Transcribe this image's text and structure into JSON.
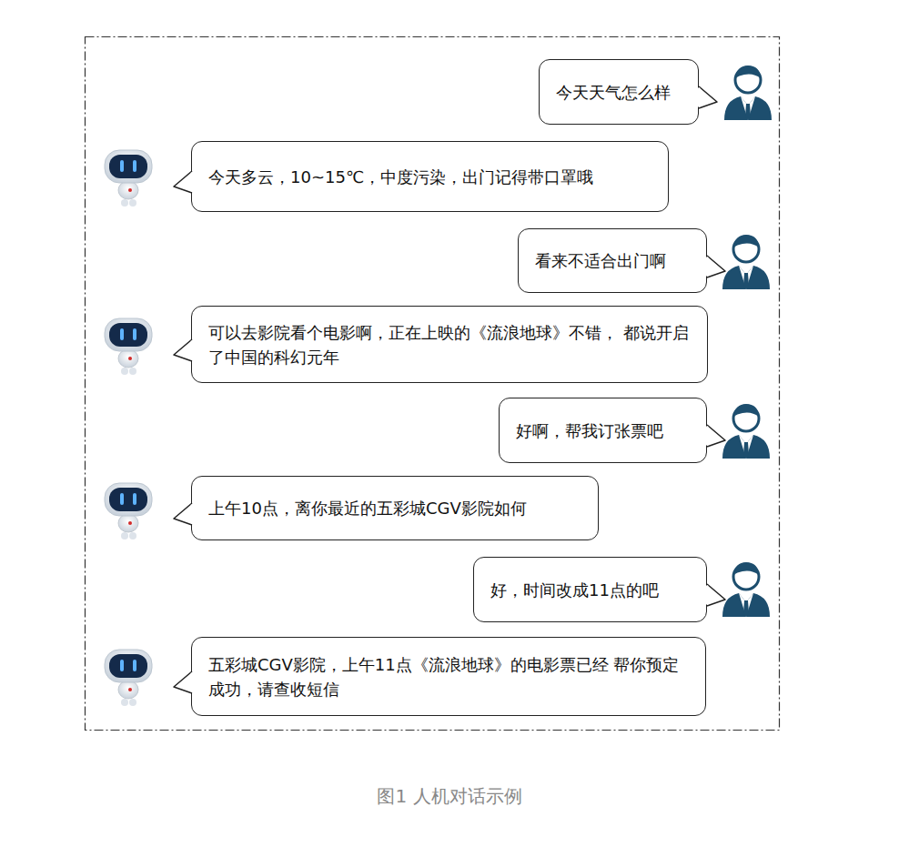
{
  "diagram": {
    "caption": "图1 人机对话示例",
    "nodes": [
      {
        "text": [
          "今天天气怎么样"
        ]
      },
      {
        "text": [
          "今天多云，10~15℃，中度污染，出门记得带口罩哦"
        ]
      },
      {
        "text": [
          "看来不适合出门啊"
        ]
      },
      {
        "text": [
          "可以去影院看个电影啊，正在上映的《流浪地球》不错， 都说开启了中国的科幻元年"
        ]
      },
      {
        "text": [
          "好啊，帮我订张票吧"
        ]
      },
      {
        "text": [
          "上午10点，离你最近的五彩城CGV影院如何"
        ]
      },
      {
        "text": [
          "好，时间改成11点的吧"
        ]
      },
      {
        "text": [
          "五彩城CGV影院，上午11点《流浪地球》的电影票已经 帮你预定成功，请查收短信"
        ]
      }
    ]
  }
}
